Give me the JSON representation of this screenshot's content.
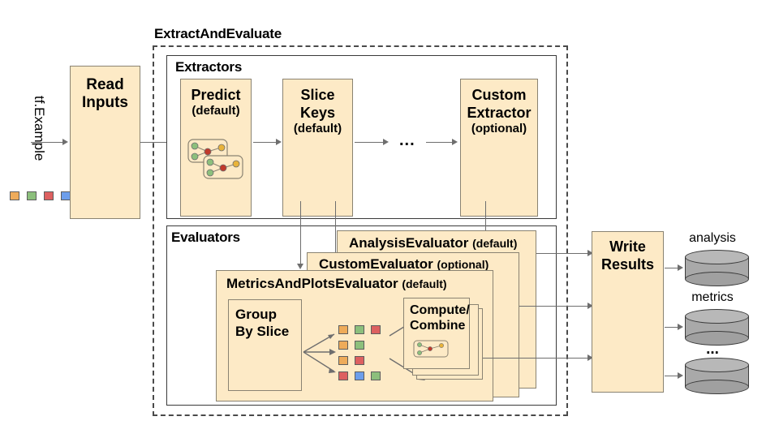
{
  "diagram": {
    "title": "TensorFlow Model Analysis ExtractAndEvaluate pipeline",
    "colors": {
      "box_fill": "#fdeac6",
      "box_stroke": "#8a8372",
      "container_stroke": "#3a3a3a",
      "dashed_stroke": "#4a4a4a",
      "arrow": "#6e6e6e",
      "chip_orange": "#eeab5a",
      "chip_green": "#8cbf7c",
      "chip_red": "#dd6060",
      "chip_blue": "#6d9eeb",
      "cylinder": "#a9a9a9"
    }
  },
  "input": {
    "stream_label": "tf.Example",
    "chips": [
      "chip_orange",
      "chip_green",
      "chip_red",
      "chip_blue"
    ]
  },
  "read_inputs": {
    "label": "Read\nInputs",
    "line1": "Read",
    "line2": "Inputs"
  },
  "extract_and_evaluate": {
    "title": "ExtractAndEvaluate"
  },
  "extractors": {
    "title": "Extractors",
    "items": [
      {
        "name": "Predict",
        "line1": "Predict",
        "line2": "",
        "qualifier": "(default)",
        "has_graph_icon": true
      },
      {
        "name": "Slice Keys",
        "line1": "Slice",
        "line2": "Keys",
        "qualifier": "(default)",
        "has_graph_icon": false
      },
      {
        "name": "ellipsis",
        "line1": "...",
        "line2": "",
        "qualifier": "",
        "has_graph_icon": false
      },
      {
        "name": "Custom Extractor",
        "line1": "Custom",
        "line2": "Extractor",
        "qualifier": "(optional)",
        "has_graph_icon": false
      }
    ],
    "ellipsis": "..."
  },
  "evaluators": {
    "title": "Evaluators",
    "stack": [
      {
        "name": "AnalysisEvaluator",
        "qualifier": "(default)"
      },
      {
        "name": "CustomEvaluator",
        "qualifier": "(optional)"
      },
      {
        "name": "MetricsAndPlotsEvaluator",
        "qualifier": "(default)"
      }
    ],
    "group_by_slice": {
      "line1": "Group",
      "line2": "By Slice"
    },
    "compute_combine": {
      "line1": "Compute/",
      "line2": "Combine"
    },
    "slice_chip_rows": [
      [
        "chip_orange",
        "chip_green",
        "chip_red"
      ],
      [
        "chip_orange",
        "chip_green"
      ],
      [
        "chip_orange",
        "chip_red"
      ],
      [
        "chip_red",
        "chip_blue",
        "chip_green"
      ]
    ]
  },
  "write_results": {
    "line1": "Write",
    "line2": "Results"
  },
  "outputs": [
    {
      "label": "analysis"
    },
    {
      "label": "metrics"
    },
    {
      "label": "..."
    }
  ]
}
